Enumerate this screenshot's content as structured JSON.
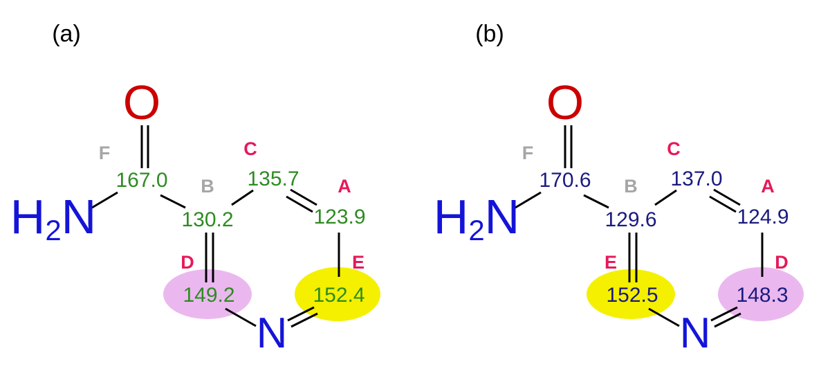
{
  "colors": {
    "oxygen": "#cc0000",
    "nitrogen": "#1414d8",
    "site_pink": "#e6195a",
    "site_gray": "#a6a6a6",
    "shift_a": "#2e8b22",
    "shift_b": "#1a1a80",
    "highlight_pink": "#eab8ee",
    "highlight_yellow": "#f4f000"
  },
  "panels": [
    {
      "label": "(a)",
      "atoms": {
        "oxygen": "O",
        "ring_nitrogen": "N",
        "amide_h": "H",
        "amide_sub": "2",
        "amide_n": "N"
      },
      "shifts": {
        "carbonyl": "167.0",
        "ipso": "130.2",
        "c_top": "135.7",
        "c_right": "123.9",
        "c_ortho": "149.2",
        "c_far": "152.4"
      },
      "sites": {
        "carbonyl": "F",
        "ipso": "B",
        "c_top": "C",
        "c_right": "A",
        "c_ortho": "D",
        "c_far": "E"
      },
      "highlights": {
        "c_ortho": "pink",
        "c_far": "yellow"
      }
    },
    {
      "label": "(b)",
      "atoms": {
        "oxygen": "O",
        "ring_nitrogen": "N",
        "amide_h": "H",
        "amide_sub": "2",
        "amide_n": "N"
      },
      "shifts": {
        "carbonyl": "170.6",
        "ipso": "129.6",
        "c_top": "137.0",
        "c_right": "124.9",
        "c_ortho": "152.5",
        "c_far": "148.3"
      },
      "sites": {
        "carbonyl": "F",
        "ipso": "B",
        "c_top": "C",
        "c_right": "A",
        "c_ortho": "E",
        "c_far": "D"
      },
      "highlights": {
        "c_ortho": "yellow",
        "c_far": "pink"
      }
    }
  ]
}
